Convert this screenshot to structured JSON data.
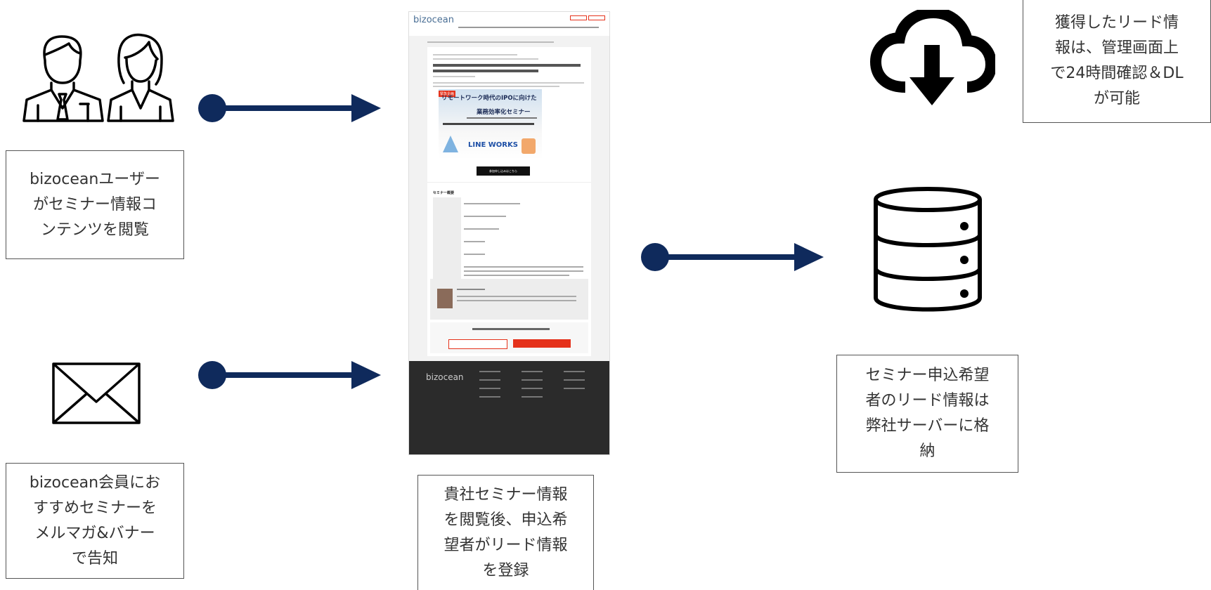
{
  "boxes": {
    "user_view": [
      "bizoceanユーザー",
      "がセミナー情報コ",
      "ンテンツを閲覧"
    ],
    "mail_notice": [
      "bizocean会員にお",
      "すすめセミナーを",
      "メルマガ&バナー",
      "で告知"
    ],
    "register": [
      "貴社セミナー情報",
      "を閲覧後、申込希",
      "望者がリード情報",
      "を登録"
    ],
    "storage": [
      "セミナー申込希望",
      "者のリード情報は",
      "弊社サーバーに格",
      "納"
    ],
    "download": [
      "獲得したリード情",
      "報は、管理画面上",
      "で24時間確認＆DL",
      "が可能"
    ]
  },
  "webpage": {
    "logo": "bizocean",
    "banner_tag": "緊急企画",
    "banner_title_1": "リモートワーク時代のIPOに向けた",
    "banner_title_2": "業務効率化セミナー",
    "banner_brand": "LINE WORKS",
    "cta_label": "参加申し込みはこちら",
    "section_title": "セミナー概要",
    "footer_logo": "bizocean"
  },
  "colors": {
    "arrow": "#0f2a5c",
    "border": "#555555",
    "icon": "#000000"
  },
  "icons": [
    "business-people-icon",
    "envelope-icon",
    "cloud-download-icon",
    "database-icon"
  ]
}
